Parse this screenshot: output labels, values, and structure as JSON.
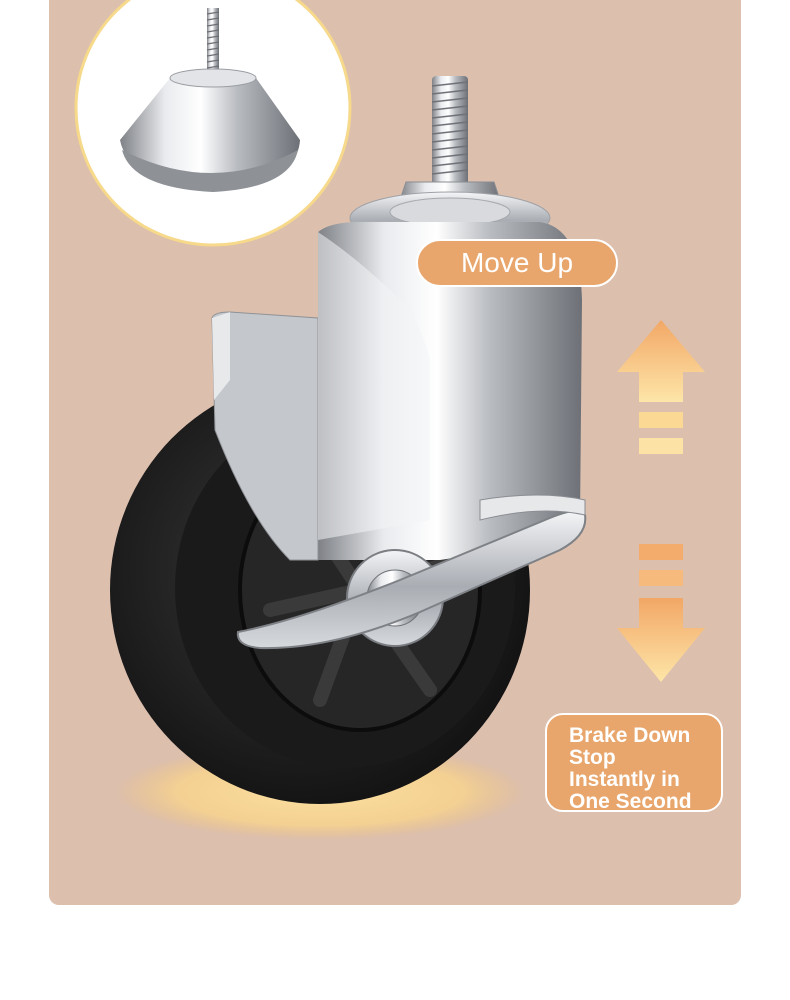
{
  "image": {
    "description_icon": "caster-wheel-icon",
    "callouts": {
      "move_up": "Move Up",
      "brake_lines": [
        "Brake Down",
        "Stop",
        "Instantly in",
        "One Second"
      ]
    },
    "colors": {
      "background": "#dcbfad",
      "callout_fill": "#e8a66c",
      "arrow_gradient_top": "#f2a766",
      "arrow_gradient_bottom": "#fde6a8",
      "wheel": "#1d1d1d",
      "chrome": "#c9ccd0"
    }
  }
}
